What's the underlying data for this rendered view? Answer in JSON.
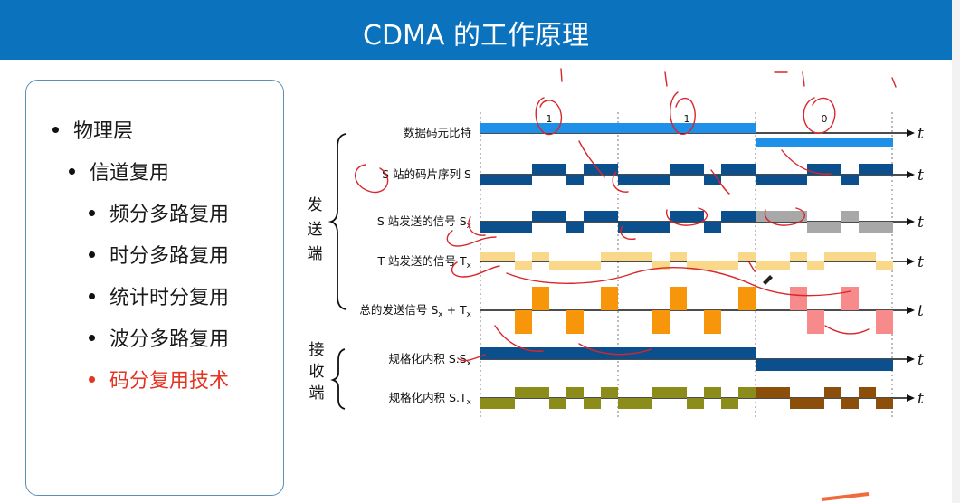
{
  "title": "CDMA 的工作原理",
  "outline": {
    "items": [
      {
        "label": "物理层",
        "level": 0,
        "active": false
      },
      {
        "label": "信道复用",
        "level": 1,
        "active": false
      },
      {
        "label": "频分多路复用",
        "level": 2,
        "active": false
      },
      {
        "label": "时分多路复用",
        "level": 2,
        "active": false
      },
      {
        "label": "统计时分复用",
        "level": 2,
        "active": false
      },
      {
        "label": "波分多路复用",
        "level": 2,
        "active": false
      },
      {
        "label": "码分复用技术",
        "level": 2,
        "active": true
      }
    ]
  },
  "diagram": {
    "groups": {
      "send": [
        "发",
        "送",
        "端"
      ],
      "recv": [
        "接",
        "收",
        "端"
      ]
    },
    "axis_symbol": "t",
    "bits": [
      "1",
      "1",
      "0"
    ],
    "colors": {
      "data_bit1": "#1e90e8",
      "data_bit0": "#1e90e8",
      "s_chip": "#0b4f8c",
      "s_sent_gray": "#a8a8a8",
      "t_chip": "#fad88a",
      "sum_orange": "#f7960b",
      "sum_pink": "#f78a8a",
      "inner_s": "#0b4f8c",
      "inner_t_olive": "#8c8c1a",
      "inner_t_brown": "#8c4f0b",
      "accent": "#0b72bd",
      "highlight": "#e53422"
    },
    "rows": [
      {
        "id": "data",
        "label": "数据码元比特",
        "sub": ""
      },
      {
        "id": "s_seq",
        "label": "S 站的码片序列 S",
        "sub": ""
      },
      {
        "id": "s_send",
        "label": "S 站发送的信号 S",
        "sub": "x"
      },
      {
        "id": "t_send",
        "label": "T 站发送的信号 T",
        "sub": "x"
      },
      {
        "id": "sum",
        "label": "总的发送信号 S",
        "sub": "x",
        "label2": " + T",
        "sub2": "x"
      },
      {
        "id": "inner_s",
        "label": "规格化内积 S.S",
        "sub": "x"
      },
      {
        "id": "inner_t",
        "label": "规格化内积 S.T",
        "sub": "x"
      }
    ]
  }
}
